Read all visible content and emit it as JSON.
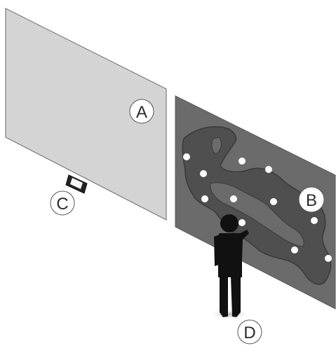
{
  "labels": {
    "screen_a": "A",
    "screen_b": "B",
    "device_c": "C",
    "person_d": "D"
  },
  "colors": {
    "background": "#ffffff",
    "screen_a_fill": "#d4d4d4",
    "screen_a_stroke": "#7a7a7a",
    "screen_b_fill": "#6b6b6b",
    "map_region_fill": "#4f4f4f",
    "map_region_stroke": "#3a3a3a",
    "map_point_fill": "#ffffff",
    "person_fill": "#111111",
    "callout_fill": "#ffffff",
    "callout_stroke": "#555555"
  }
}
